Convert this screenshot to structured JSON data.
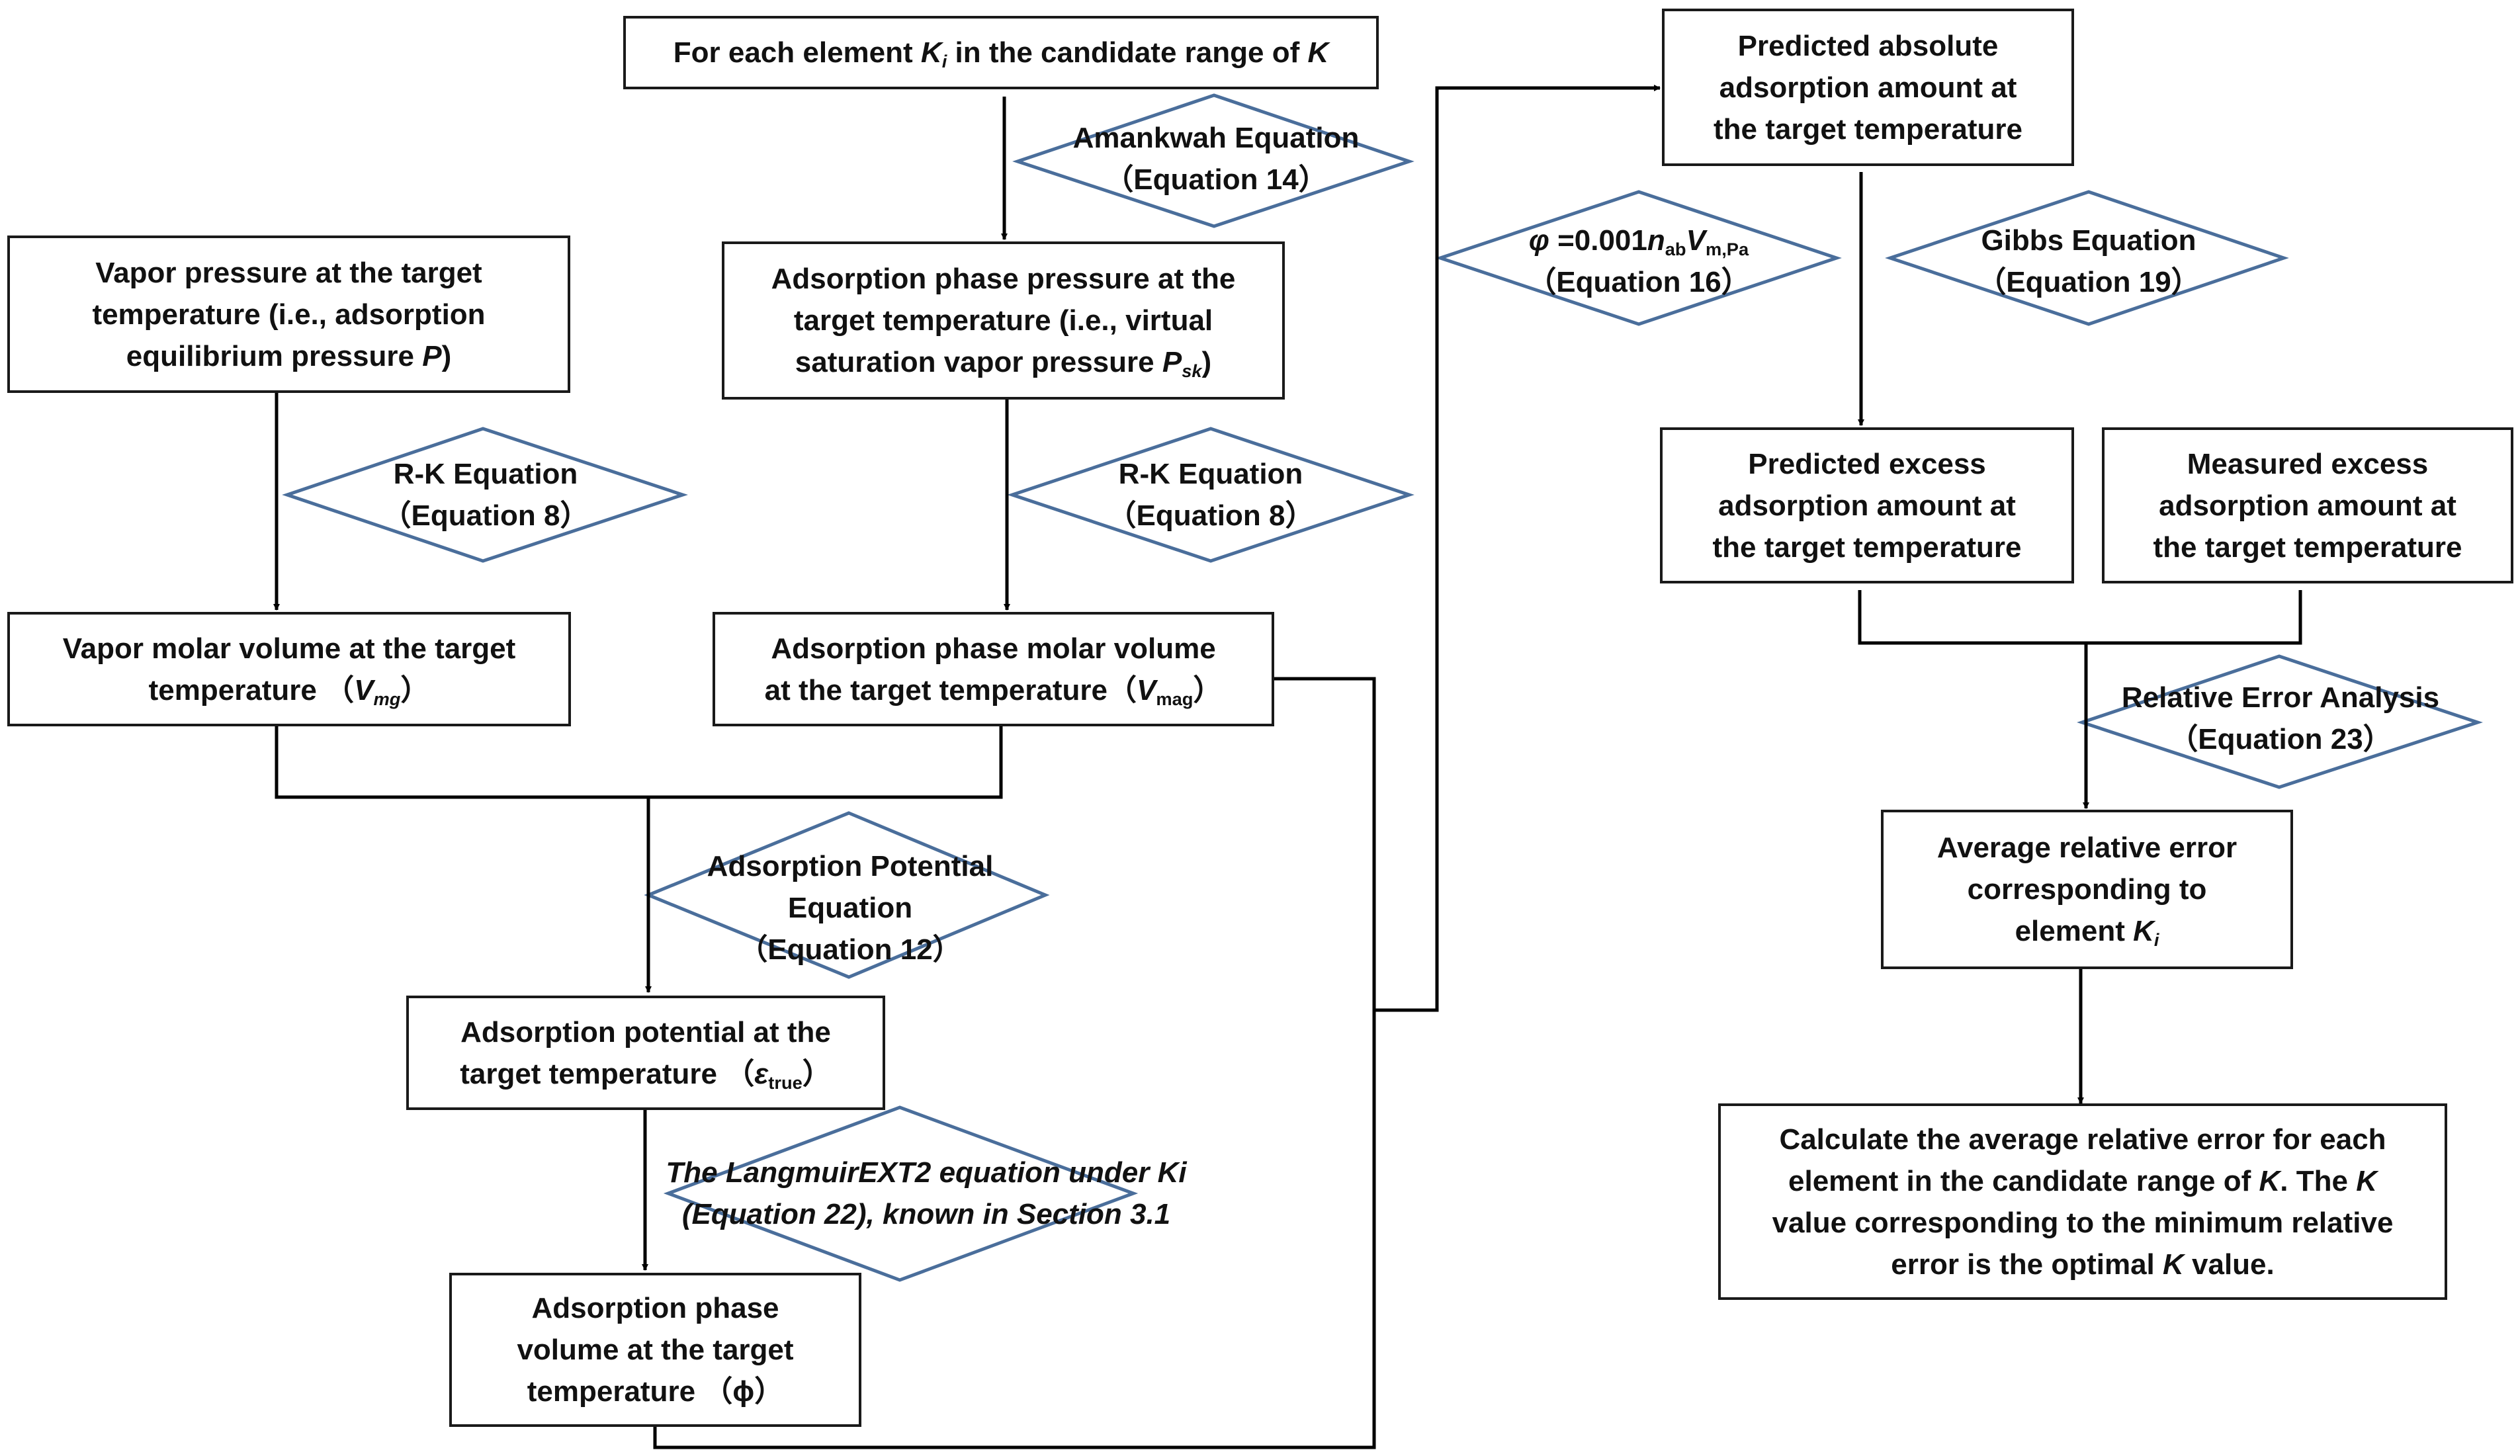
{
  "nodes": {
    "for_each": {
      "t1": "For each element ",
      "k": "K",
      "ki_sub": "i",
      "t2": " in the candidate range of ",
      "k2": "K"
    },
    "vapor_pressure": {
      "l1": "Vapor pressure at the target",
      "l2": "temperature (i.e., adsorption",
      "l3a": "equilibrium pressure ",
      "l3p": "P",
      "l3b": ")"
    },
    "ads_phase_pressure": {
      "l1": "Adsorption phase pressure at the",
      "l2": "target temperature (i.e., virtual",
      "l3a": "saturation vapor pressure ",
      "l3p": "P",
      "l3sub": "sk",
      "l3b": ")"
    },
    "vapor_molar_volume": {
      "l1": "Vapor molar volume at the target",
      "l2a": "temperature （",
      "l2v": "V",
      "l2sub": "mg",
      "l2b": "）"
    },
    "ads_phase_molar_volume": {
      "l1": "Adsorption phase molar volume",
      "l2a": "at the target temperature（",
      "l2v": "V",
      "l2sub": "mag",
      "l2b": "）"
    },
    "ads_potential": {
      "l1": "Adsorption potential at the",
      "l2a": "target temperature （",
      "l2e": "ε",
      "l2sub": "true",
      "l2b": "）"
    },
    "ads_phase_volume": {
      "l1": "Adsorption phase",
      "l2": "volume at the target",
      "l3": "temperature （ϕ）"
    },
    "pred_absolute": {
      "l1": "Predicted absolute",
      "l2": "adsorption amount at",
      "l3": "the target temperature"
    },
    "pred_excess": {
      "l1": "Predicted excess",
      "l2": "adsorption amount at",
      "l3": "the target temperature"
    },
    "meas_excess": {
      "l1": "Measured excess",
      "l2": "adsorption amount at",
      "l3": "the target temperature"
    },
    "avg_rel_error": {
      "l1": "Average relative error",
      "l2": "corresponding to",
      "l3a": "element ",
      "l3k": "K",
      "l3sub": "i"
    },
    "final": {
      "l1": "Calculate the average relative error for each",
      "l2a": "element in the candidate range of ",
      "l2k": "K",
      "l2b": ". The ",
      "l2k2": "K",
      "l3": "value corresponding to the minimum relative",
      "l4a": "error is the optimal ",
      "l4k": "K",
      "l4b": " value."
    }
  },
  "equations": {
    "amankwah": {
      "l1": "Amankwah Equation",
      "l2": "（Equation 14）"
    },
    "rk_left": {
      "l1": "R-K Equation",
      "l2": "（Equation 8）"
    },
    "rk_mid": {
      "l1": "R-K Equation",
      "l2": "（Equation 8）"
    },
    "ads_potential_eq": {
      "l1": "Adsorption Potential",
      "l2": "Equation",
      "l3": "（Equation 12）"
    },
    "langmuir": {
      "l1": "The LangmuirEXT2 equation under Ki",
      "l2": "(Equation 22), known in Section 3.1"
    },
    "phi_eq": {
      "phi": "φ",
      "eq": " =0.001",
      "n": "n",
      "n_sub": "ab",
      "v": "V",
      "v_sub": "m,Pa",
      "l2": "（Equation 16）"
    },
    "gibbs": {
      "l1": "Gibbs Equation",
      "l2": "（Equation 19）"
    },
    "rel_error": {
      "l1": "Relative Error Analysis",
      "l2": "（Equation 23）"
    }
  },
  "colors": {
    "box_border": "#1a1a1a",
    "diamond_border": "#4a6e9b",
    "arrow": "#000000"
  }
}
